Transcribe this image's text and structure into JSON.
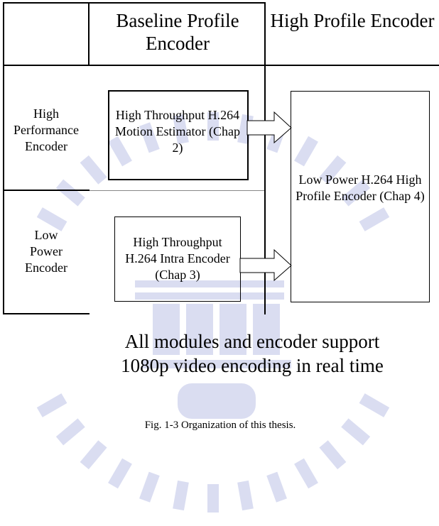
{
  "header": {
    "col1": "Baseline Profile Encoder",
    "col2": "High Profile Encoder"
  },
  "rows": {
    "row1": "High Performance Encoder",
    "row2": "Low Power Encoder"
  },
  "boxes": {
    "motion": "High Throughput H.264 Motion Estimator (Chap 2)",
    "intra": "High Throughput H.264 Intra Encoder (Chap 3)",
    "high_profile": "Low Power H.264 High Profile Encoder (Chap 4)"
  },
  "summary": "All modules and encoder support 1080p video encoding in real time",
  "caption": "Fig. 1-3 Organization of this thesis."
}
